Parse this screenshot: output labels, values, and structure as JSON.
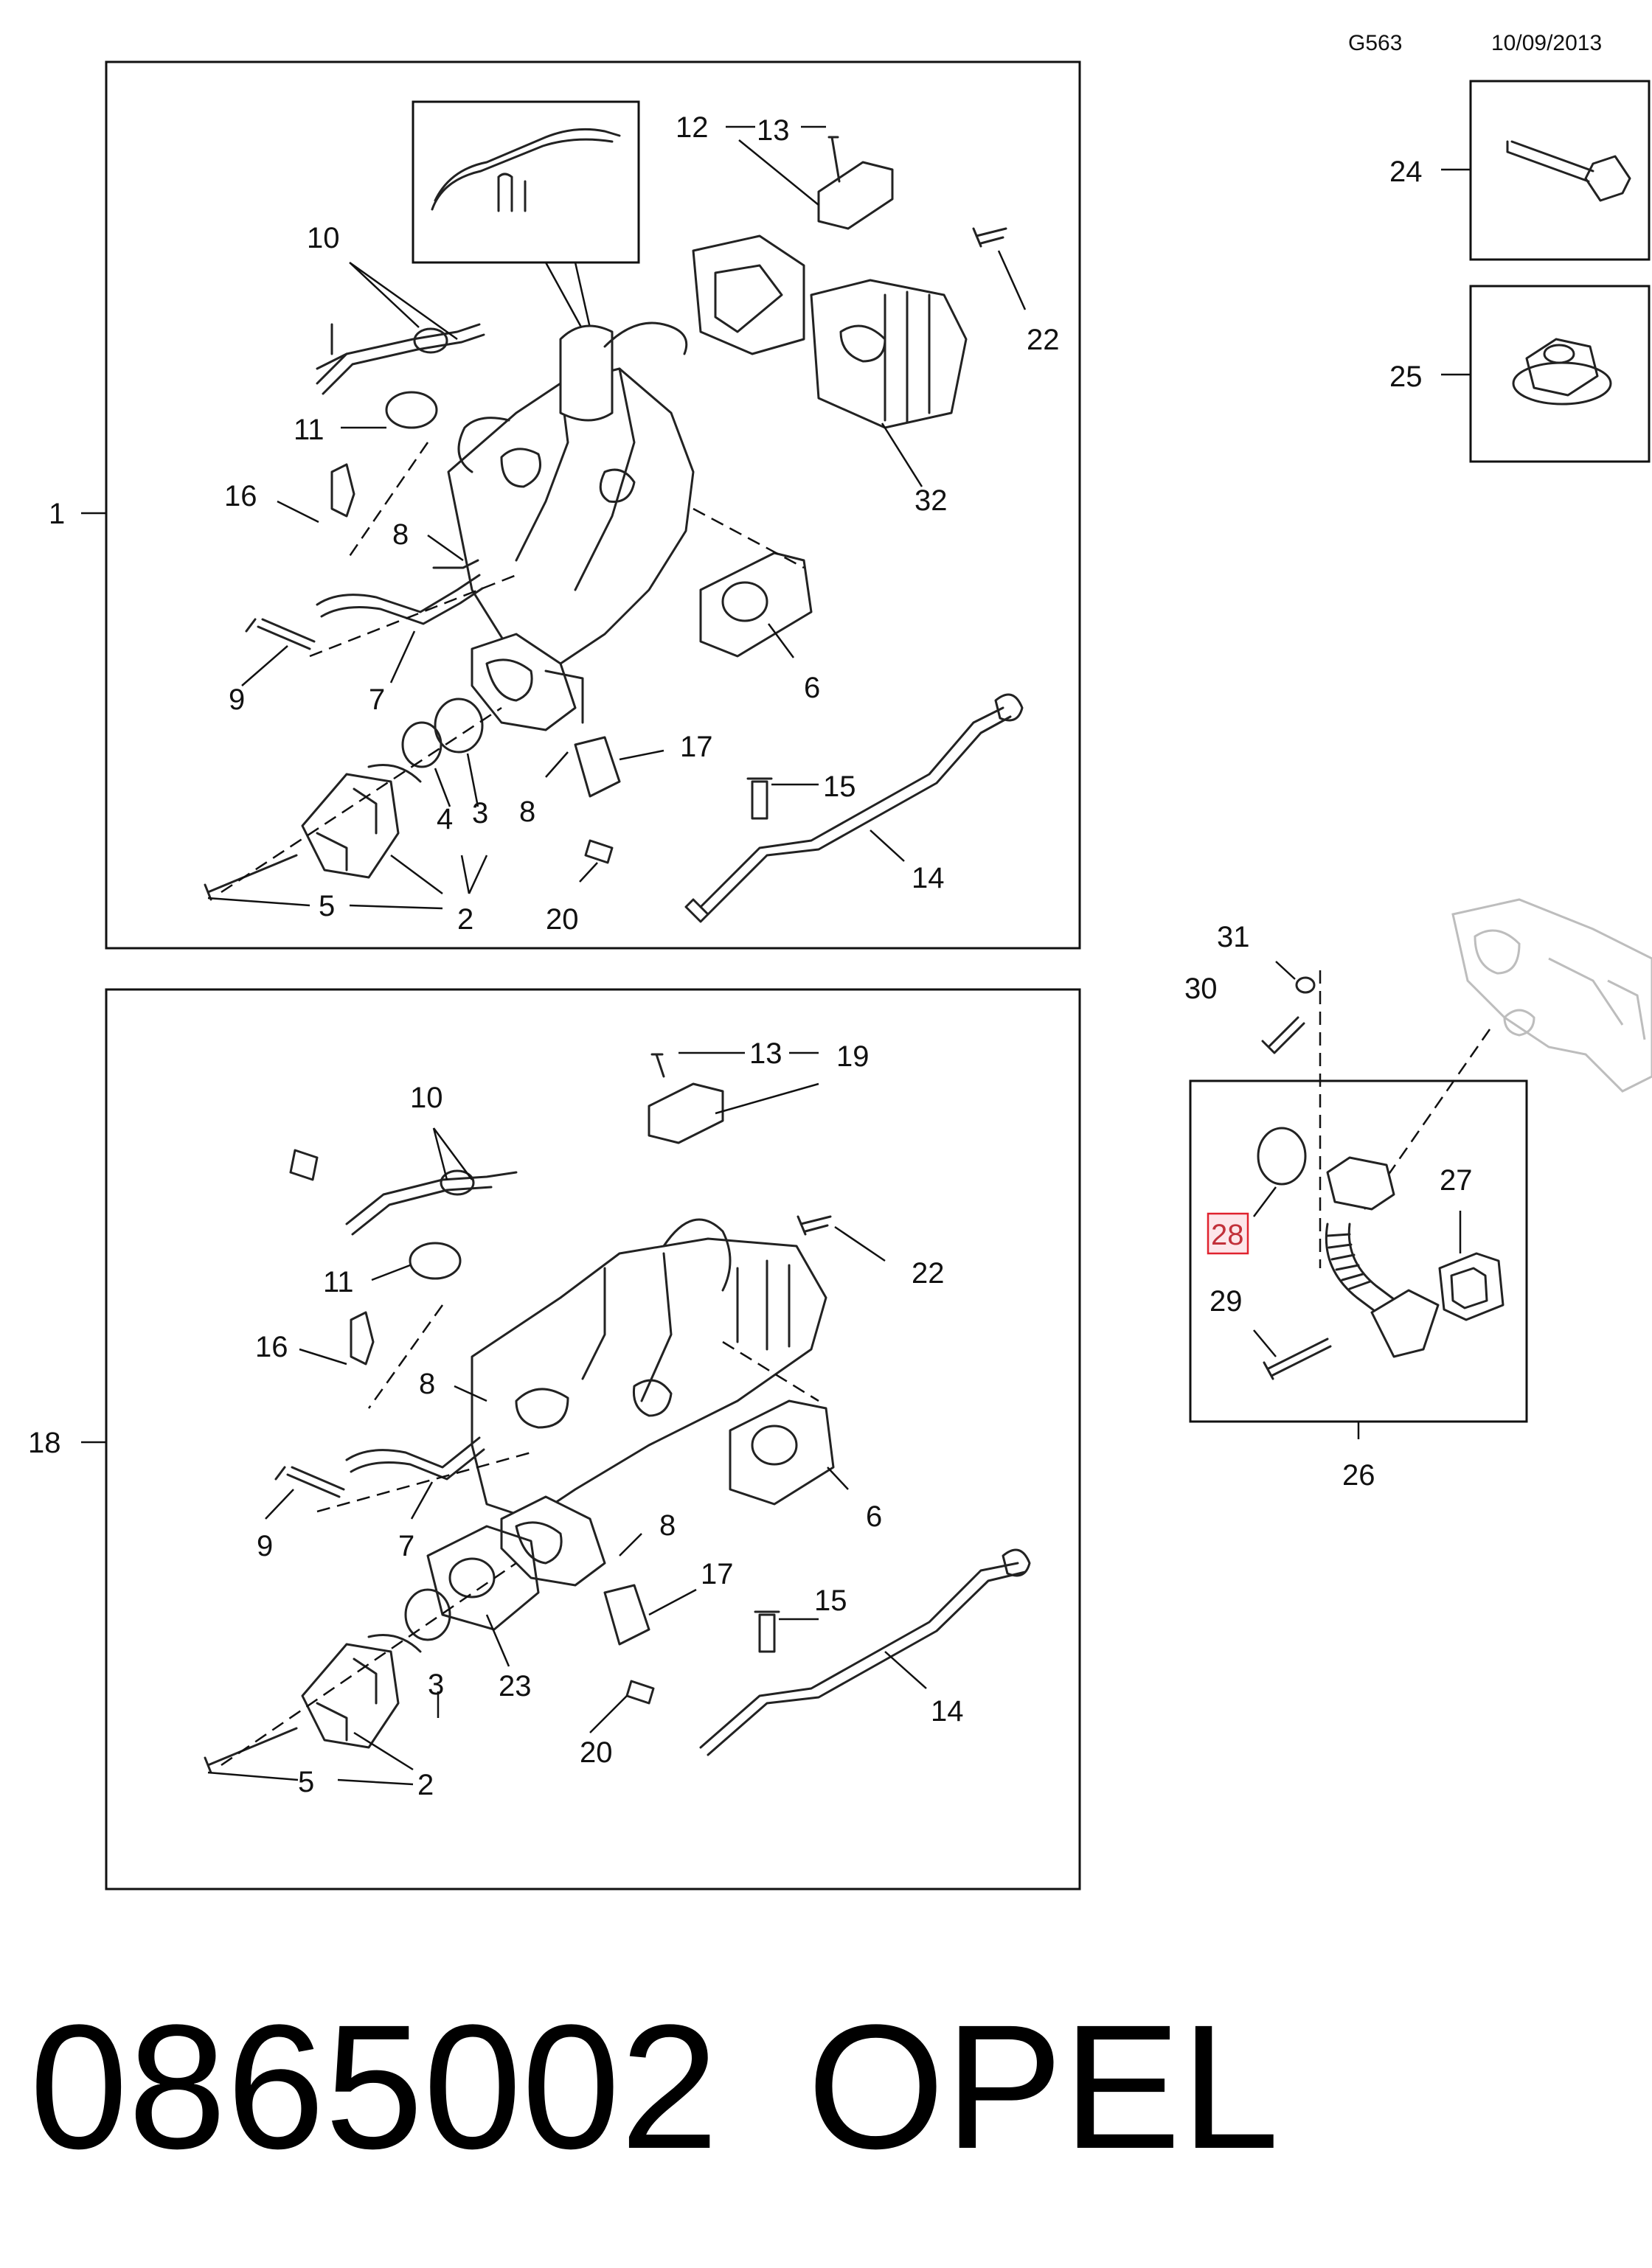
{
  "header": {
    "diagram_code": "G563",
    "date": "10/09/2013"
  },
  "callouts": {
    "top_panel": {
      "panel": "1",
      "c10": "10",
      "c11": "11",
      "c16": "16",
      "c8a": "8",
      "c9": "9",
      "c7": "7",
      "c12": "12",
      "c13": "13",
      "c22": "22",
      "c32": "32",
      "c6": "6",
      "c17": "17",
      "c8b": "8",
      "c4": "4",
      "c3": "3",
      "c15": "15",
      "c14": "14",
      "c20": "20",
      "c5": "5",
      "c2": "2"
    },
    "bottom_panel": {
      "panel": "18",
      "c10": "10",
      "c11": "11",
      "c16": "16",
      "c8a": "8",
      "c9": "9",
      "c7": "7",
      "c13": "13",
      "c19": "19",
      "c22": "22",
      "c6": "6",
      "c8b": "8",
      "c17": "17",
      "c15": "15",
      "c14": "14",
      "c3": "3",
      "c23": "23",
      "c20": "20",
      "c5": "5",
      "c2": "2"
    },
    "bolt_box": {
      "c24": "24"
    },
    "nut_box": {
      "c25": "25"
    },
    "pipe_panel": {
      "c31": "31",
      "c30": "30",
      "c27": "27",
      "c28": "28",
      "c29": "29",
      "c26": "26"
    }
  },
  "highlighted_callout": "28",
  "footer": {
    "part_number": "0865002",
    "brand": "OPEL"
  }
}
